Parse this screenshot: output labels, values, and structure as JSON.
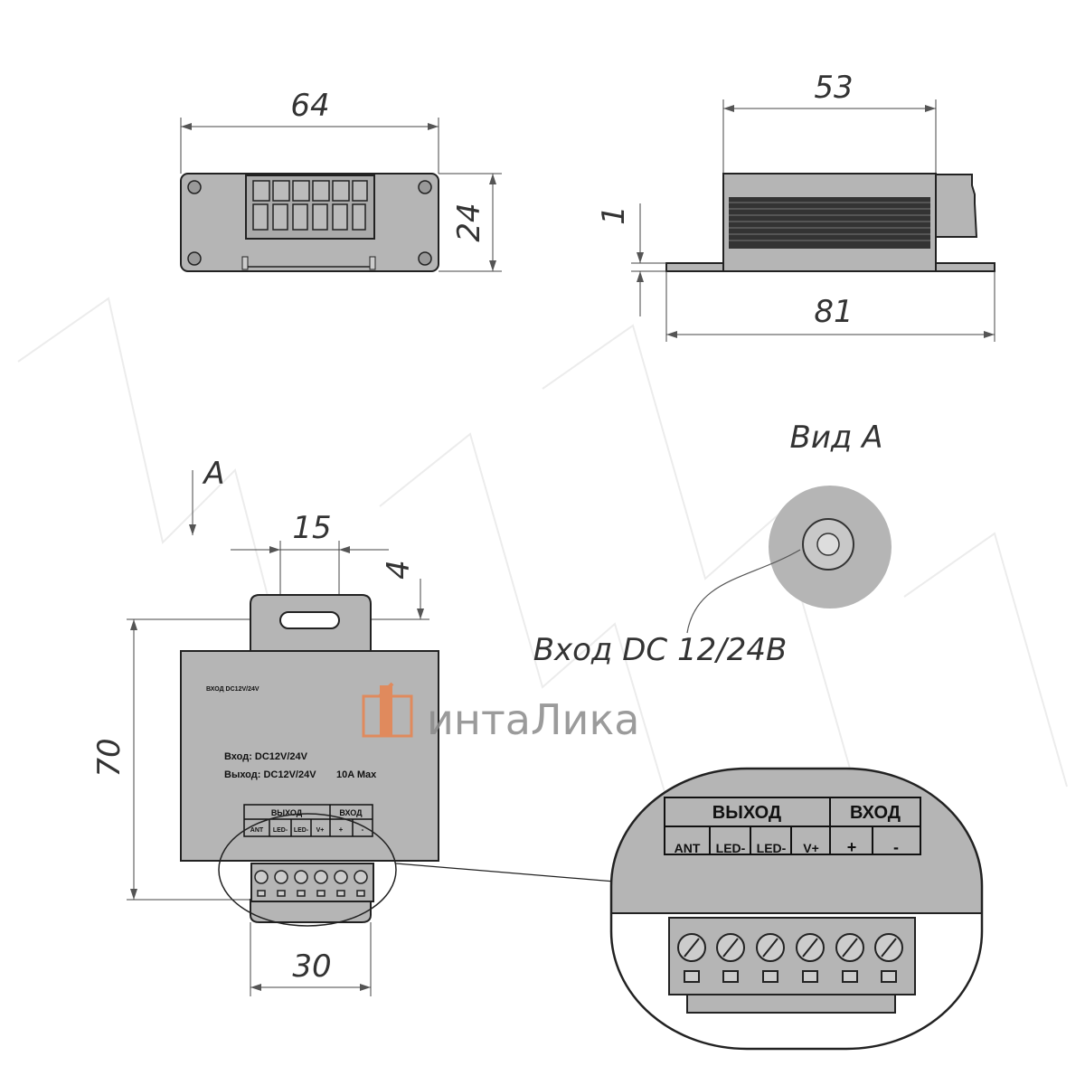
{
  "dimensions": {
    "top_width": "64",
    "top_height": "24",
    "side_body": "53",
    "side_total": "81",
    "flange": "1",
    "tab_slot": "15",
    "tab_offset": "4",
    "front_height": "70",
    "terminal_width": "30"
  },
  "view_arrow": "A",
  "view_a": {
    "title": "Вид А",
    "callout": "Вход DC 12/24В"
  },
  "device_label": {
    "small": "ВХОД DC12V/24V",
    "input": "Вход: DC12V/24V",
    "output": "Выход: DC12V/24V",
    "max": "10A Max"
  },
  "terminal_table": {
    "group_out": "ВЫХОД",
    "group_in": "ВХОД",
    "cells": [
      "ANT",
      "LED-",
      "LED-",
      "V+",
      "+",
      "-"
    ]
  },
  "watermark": {
    "brand": "интаЛика"
  },
  "colors": {
    "body": "#b5b5b5",
    "logo_orange": "#e8834e",
    "logo_gray": "#8a8a8a"
  }
}
